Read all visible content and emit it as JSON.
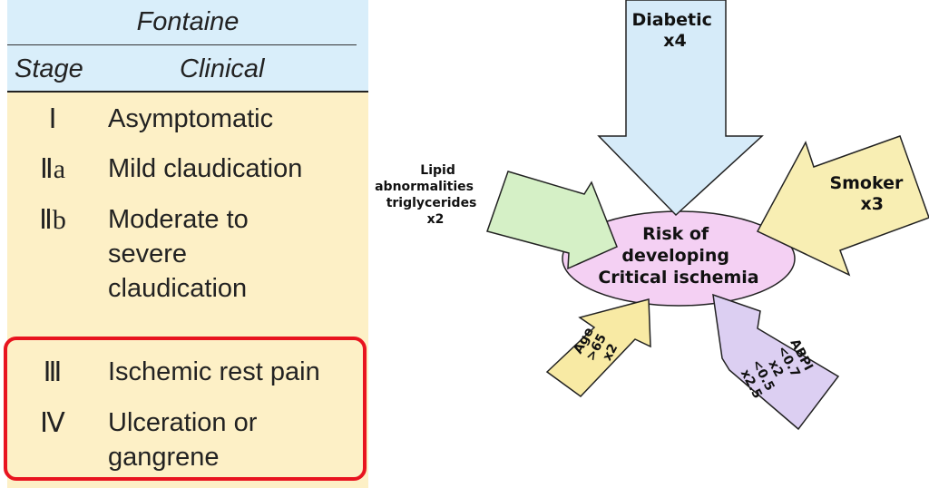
{
  "table": {
    "title": "Fontaine",
    "stage_header": "Stage",
    "clinical_header": "Clinical",
    "rows": [
      {
        "stage": "Ⅰ",
        "clinical": "Asymptomatic"
      },
      {
        "stage": "Ⅱa",
        "clinical": "Mild claudication"
      },
      {
        "stage": "Ⅱb",
        "clinical": "Moderate to\nsevere\nclaudication"
      },
      {
        "stage": "Ⅲ",
        "clinical": "Ischemic rest pain"
      },
      {
        "stage": "Ⅳ",
        "clinical": "Ulceration or\ngangrene"
      }
    ],
    "colors": {
      "header_bg": "#d9eefa",
      "body_bg": "#fdf0c6",
      "highlight": "#e8141f"
    }
  },
  "diagram": {
    "center": [
      "Risk of",
      "developing",
      "Critical ischemia"
    ],
    "factors": {
      "diabetic": [
        "Diabetic",
        "x4"
      ],
      "smoker": [
        "Smoker",
        "x3"
      ],
      "lipid": [
        "Lipid",
        "abnormalities",
        "triglycerides",
        "x2"
      ],
      "age": [
        "Age",
        ">65",
        "x2"
      ],
      "abpi": [
        "ABPI",
        "<0.7",
        "x2",
        "<0.5",
        "x2.5"
      ]
    },
    "colors": {
      "center": "#f4d0f3",
      "diabetic": "#d6ebf9",
      "smoker": "#f8eeb3",
      "lipid": "#d5f0c6",
      "age": "#f8eaa4",
      "abpi": "#dccff2"
    }
  }
}
